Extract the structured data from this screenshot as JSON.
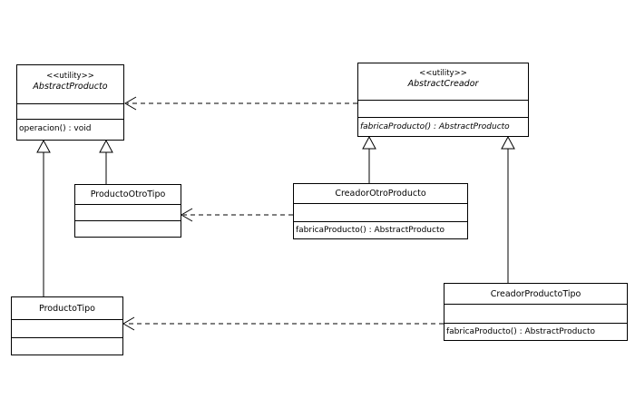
{
  "diagram": {
    "classes": {
      "abstract_producto": {
        "stereotype": "<<utility>>",
        "name": "AbstractProducto",
        "operation": "operacion() : void"
      },
      "abstract_creador": {
        "stereotype": "<<utility>>",
        "name": "AbstractCreador",
        "operation": "fabricaProducto() : AbstractProducto"
      },
      "producto_otro_tipo": {
        "name": "ProductoOtroTipo"
      },
      "creador_otro_producto": {
        "name": "CreadorOtroProducto",
        "operation": "fabricaProducto() : AbstractProducto"
      },
      "producto_tipo": {
        "name": "ProductoTipo"
      },
      "creador_producto_tipo": {
        "name": "CreadorProductoTipo",
        "operation": "fabricaProducto() : AbstractProducto"
      }
    },
    "relations": [
      {
        "type": "dependency",
        "from": "AbstractCreador",
        "to": "AbstractProducto"
      },
      {
        "type": "dependency",
        "from": "CreadorOtroProducto",
        "to": "ProductoOtroTipo"
      },
      {
        "type": "dependency",
        "from": "CreadorProductoTipo",
        "to": "ProductoTipo"
      },
      {
        "type": "generalization",
        "from": "ProductoTipo",
        "to": "AbstractProducto"
      },
      {
        "type": "generalization",
        "from": "ProductoOtroTipo",
        "to": "AbstractProducto"
      },
      {
        "type": "generalization",
        "from": "CreadorOtroProducto",
        "to": "AbstractCreador"
      },
      {
        "type": "generalization",
        "from": "CreadorProductoTipo",
        "to": "AbstractCreador"
      }
    ]
  }
}
